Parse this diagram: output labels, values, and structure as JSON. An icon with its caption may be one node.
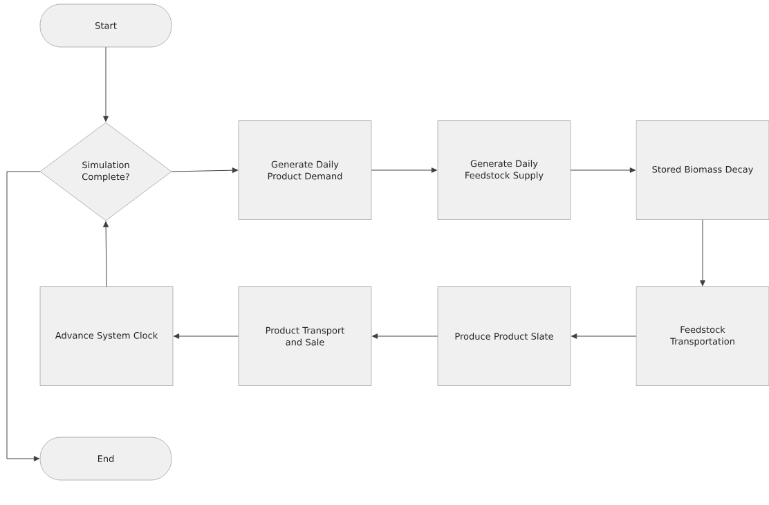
{
  "diagram": {
    "nodes": [
      {
        "text": [
          "Start"
        ]
      },
      {
        "text": [
          "Simulation Complete?"
        ]
      },
      {
        "text": [
          "Generate Daily Product Demand"
        ]
      },
      {
        "text": [
          "Generate Daily Feedstock Supply"
        ]
      },
      {
        "text": [
          "Stored Biomass Decay"
        ]
      },
      {
        "text": [
          "Feedstock Transportation"
        ]
      },
      {
        "text": [
          "Produce Product Slate"
        ]
      },
      {
        "text": [
          "Product Transport and Sale"
        ]
      },
      {
        "text": [
          "Advance System Clock"
        ]
      },
      {
        "text": [
          "End"
        ]
      }
    ],
    "edges": [
      {
        "from": 0,
        "to": 1,
        "arrow": "to"
      },
      {
        "from": 1,
        "to": 2,
        "arrow": "to"
      },
      {
        "from": 2,
        "to": 3,
        "arrow": "to"
      },
      {
        "from": 3,
        "to": 4,
        "arrow": "to"
      },
      {
        "from": 4,
        "to": 5,
        "arrow": "to"
      },
      {
        "from": 5,
        "to": 6,
        "arrow": "to"
      },
      {
        "from": 6,
        "to": 7,
        "arrow": "to"
      },
      {
        "from": 7,
        "to": 8,
        "arrow": "to"
      },
      {
        "from": 8,
        "to": 1,
        "arrow": "to"
      },
      {
        "from": 1,
        "to": 9,
        "arrow": "to"
      }
    ]
  }
}
